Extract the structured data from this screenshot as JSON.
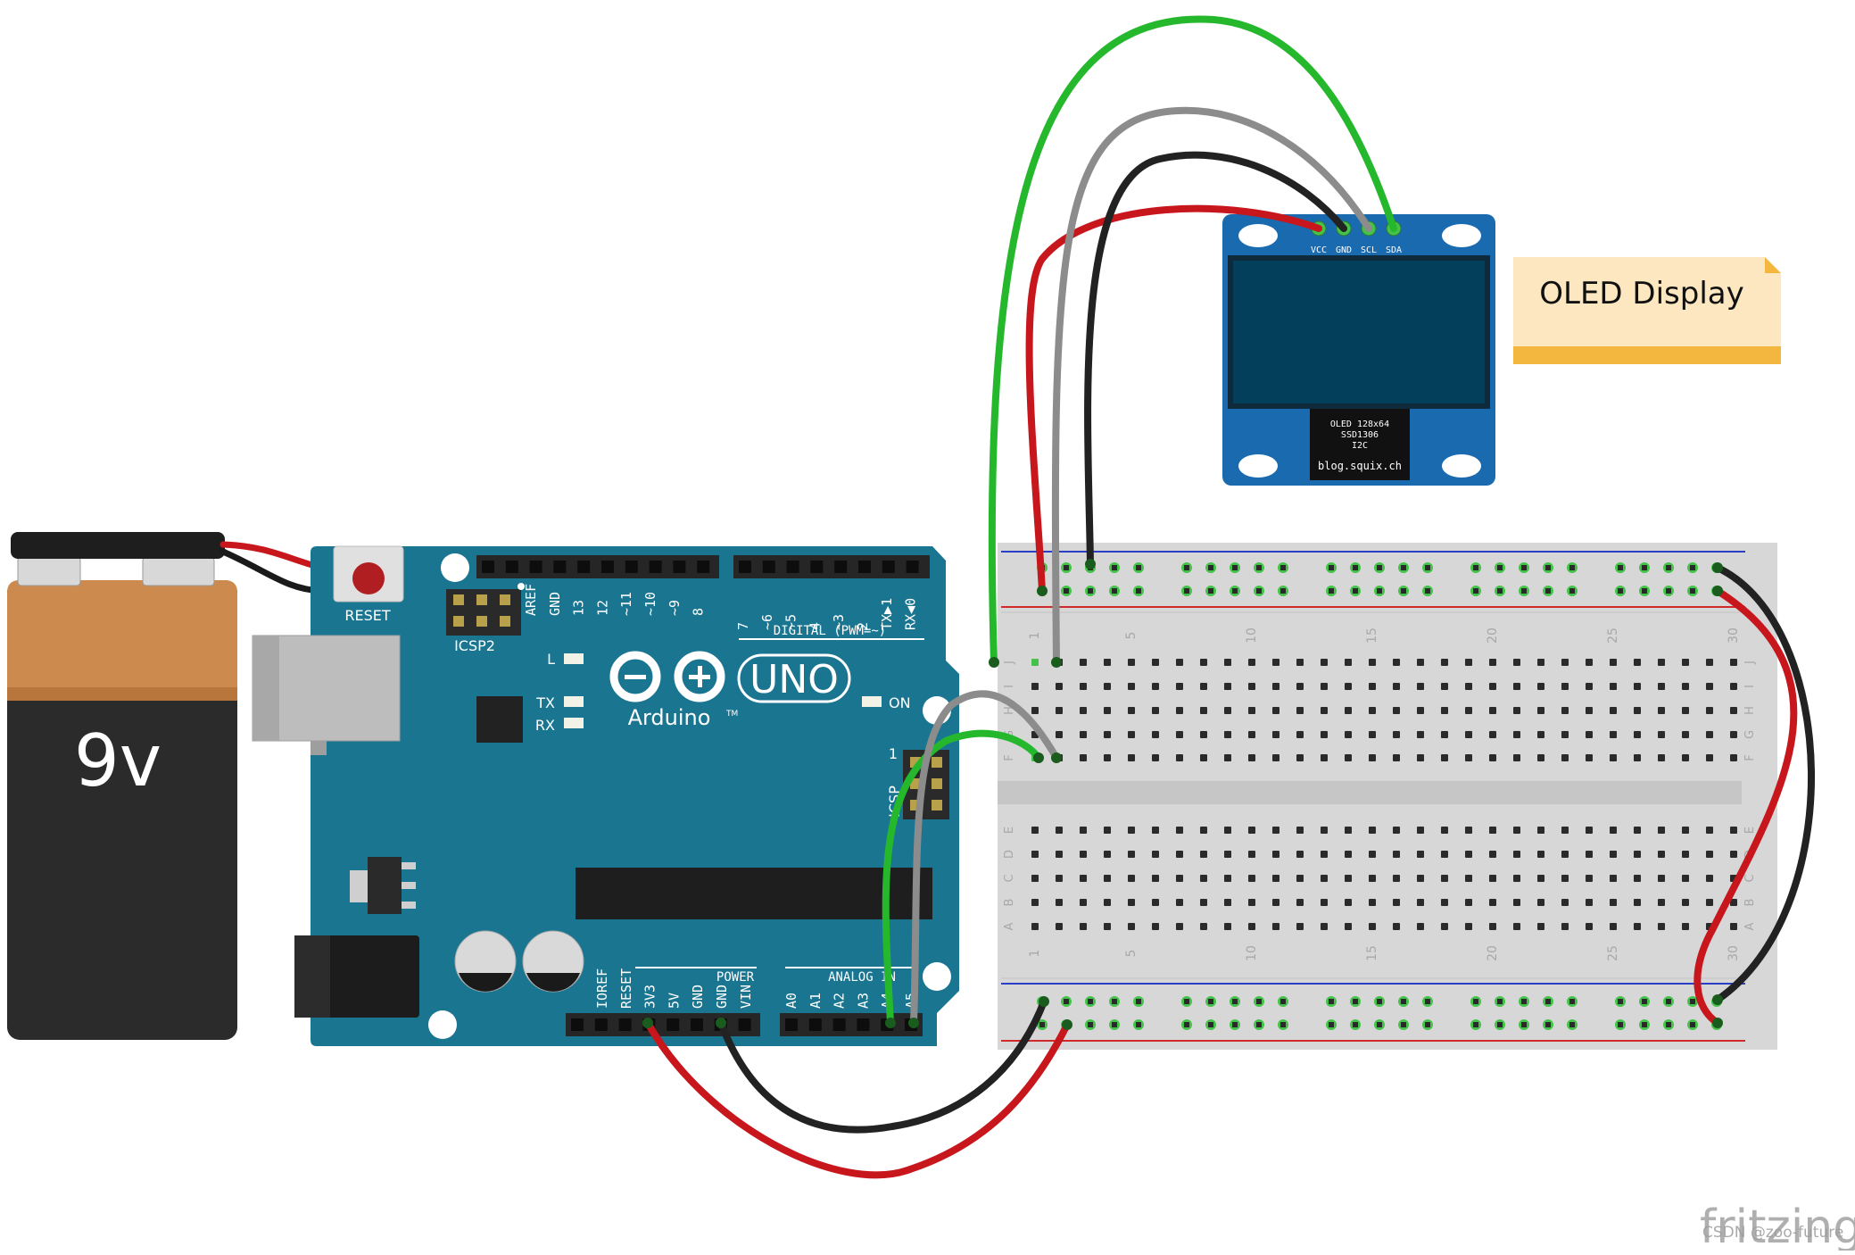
{
  "battery": {
    "label": "9v"
  },
  "arduino": {
    "reset_label": "RESET",
    "icsp2_label": "ICSP2",
    "icsp_label": "ICSP",
    "icsp_pin1": "1",
    "digital_label": "DIGITAL (PWM=~)",
    "digital_pins": [
      "AREF",
      "GND",
      "13",
      "12",
      "~11",
      "~10",
      "~9",
      "8",
      "7",
      "~6",
      "~5",
      "4",
      "~3",
      "2",
      "TX▶1",
      "RX◀0"
    ],
    "led_l": "L",
    "led_tx": "TX",
    "led_rx": "RX",
    "led_on": "ON",
    "logo_name": "Arduino",
    "logo_tm": "TM",
    "logo_model": "UNO",
    "power_label": "POWER",
    "power_pins": [
      "IOREF",
      "RESET",
      "3V3",
      "5V",
      "GND",
      "GND",
      "VIN"
    ],
    "analog_label": "ANALOG IN",
    "analog_pins": [
      "A0",
      "A1",
      "A2",
      "A3",
      "A4",
      "A5"
    ]
  },
  "oled": {
    "pins": [
      "VCC",
      "GND",
      "SCL",
      "SDA"
    ],
    "chip_lines": [
      "OLED 128x64",
      "SSD1306",
      "I2C",
      "blog.squix.ch"
    ]
  },
  "note": {
    "text": "OLED Display"
  },
  "breadboard": {
    "column_numbers": [
      "1",
      "5",
      "10",
      "15",
      "20",
      "25",
      "30"
    ],
    "rows_top": [
      "J",
      "I",
      "H",
      "G",
      "F"
    ],
    "rows_bottom": [
      "E",
      "D",
      "C",
      "B",
      "A"
    ]
  },
  "wires": {
    "colors": {
      "red": "#c8161d",
      "black": "#222222",
      "green": "#25b82d",
      "gray": "#8c8c8c"
    }
  },
  "footer": {
    "watermark": "CSDN @zoo-future",
    "brand": "fritzing"
  }
}
